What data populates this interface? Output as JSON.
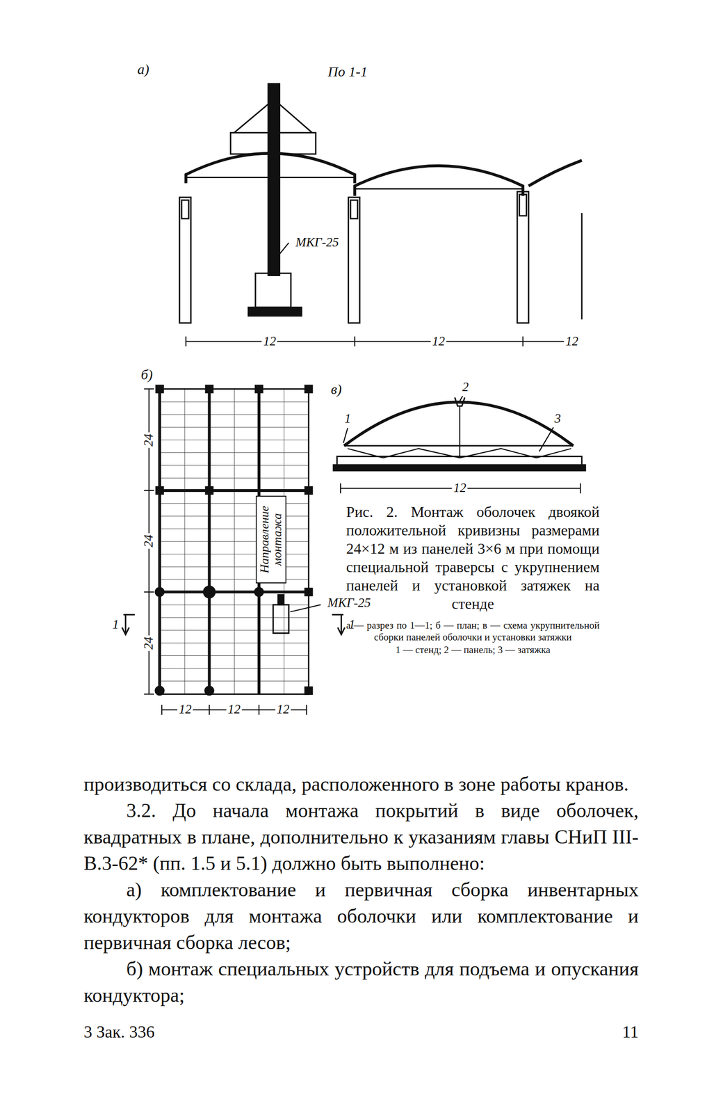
{
  "diagram": {
    "caption": "Рис. 2. Монтаж оболочек двоякой положительной кривизны размерами 24×12 м из панелей 3×6 м при помощи специальной траверсы с укрупнением панелей и установкой затяжек на стенде",
    "nodes": [
      {
        "text": [
          "Направление монтажа"
        ]
      }
    ],
    "labels": [
      "а)",
      "По 1-1",
      "МКГ-25",
      "12",
      "12",
      "12",
      "б)",
      "24",
      "24",
      "24",
      "1",
      "1",
      "МКГ-25",
      "12",
      "12",
      "12",
      "в)",
      "1",
      "2",
      "3",
      "12",
      "а — разрез по 1—1; б — план; в — схема укрупнительной сборки панелей оболочки и установки затяжки",
      "1 — стенд; 2 — панель; 3 — затяжка",
      "производиться со склада, расположенного в зоне работы кранов.",
      "3.2. До начала монтажа покрытий в виде оболочек, квадратных в плане, дополнительно к указаниям главы СНиП III-В.3-62* (пп. 1.5 и 5.1) должно быть выполнено:",
      "а) комплектование и первичная сборка инвентарных кондукторов для монтажа оболочки или комплектование и первичная сборка лесов;",
      "б) монтаж специальных устройств для подъема и опускания кондуктора;",
      "3 Зак. 336",
      "11"
    ]
  }
}
